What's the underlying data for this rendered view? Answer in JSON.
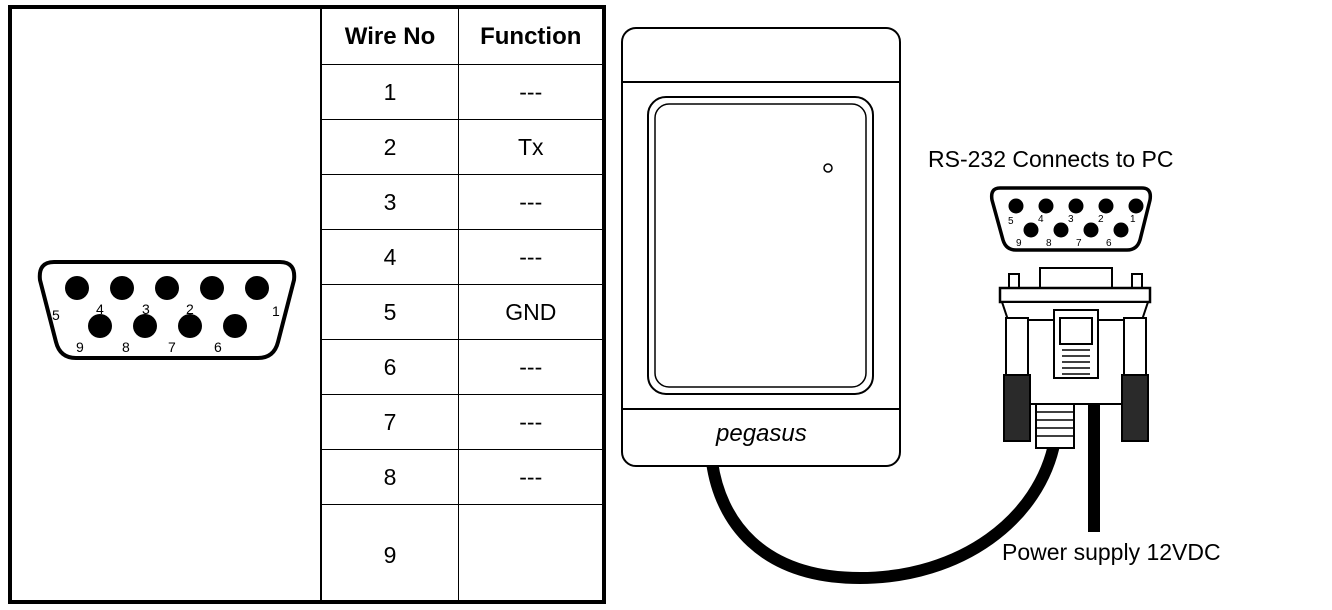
{
  "table": {
    "headers": [
      "Wire No",
      "Function"
    ],
    "rows": [
      {
        "wire": "1",
        "function": "---"
      },
      {
        "wire": "2",
        "function": "Tx"
      },
      {
        "wire": "3",
        "function": "---"
      },
      {
        "wire": "4",
        "function": "---"
      },
      {
        "wire": "5",
        "function": "GND"
      },
      {
        "wire": "6",
        "function": "---"
      },
      {
        "wire": "7",
        "function": "---"
      },
      {
        "wire": "8",
        "function": "---"
      },
      {
        "wire": "9",
        "function": ""
      }
    ]
  },
  "connector": {
    "pin_labels_top": [
      "5",
      "4",
      "3",
      "2",
      "1"
    ],
    "pin_labels_bottom": [
      "9",
      "8",
      "7",
      "6"
    ]
  },
  "diagram": {
    "rs232_label": "RS-232 Connects to PC",
    "power_label": "Power supply 12VDC",
    "brand": "pegasus"
  }
}
